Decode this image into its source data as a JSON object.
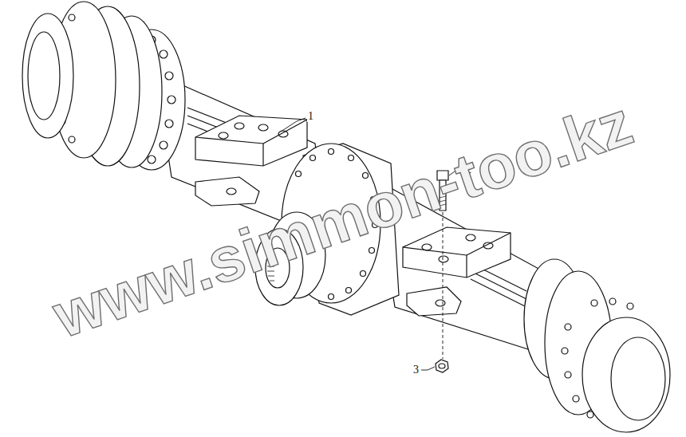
{
  "diagram": {
    "labels": [
      "1",
      "2",
      "3",
      "www.simmon-too.kz"
    ]
  }
}
